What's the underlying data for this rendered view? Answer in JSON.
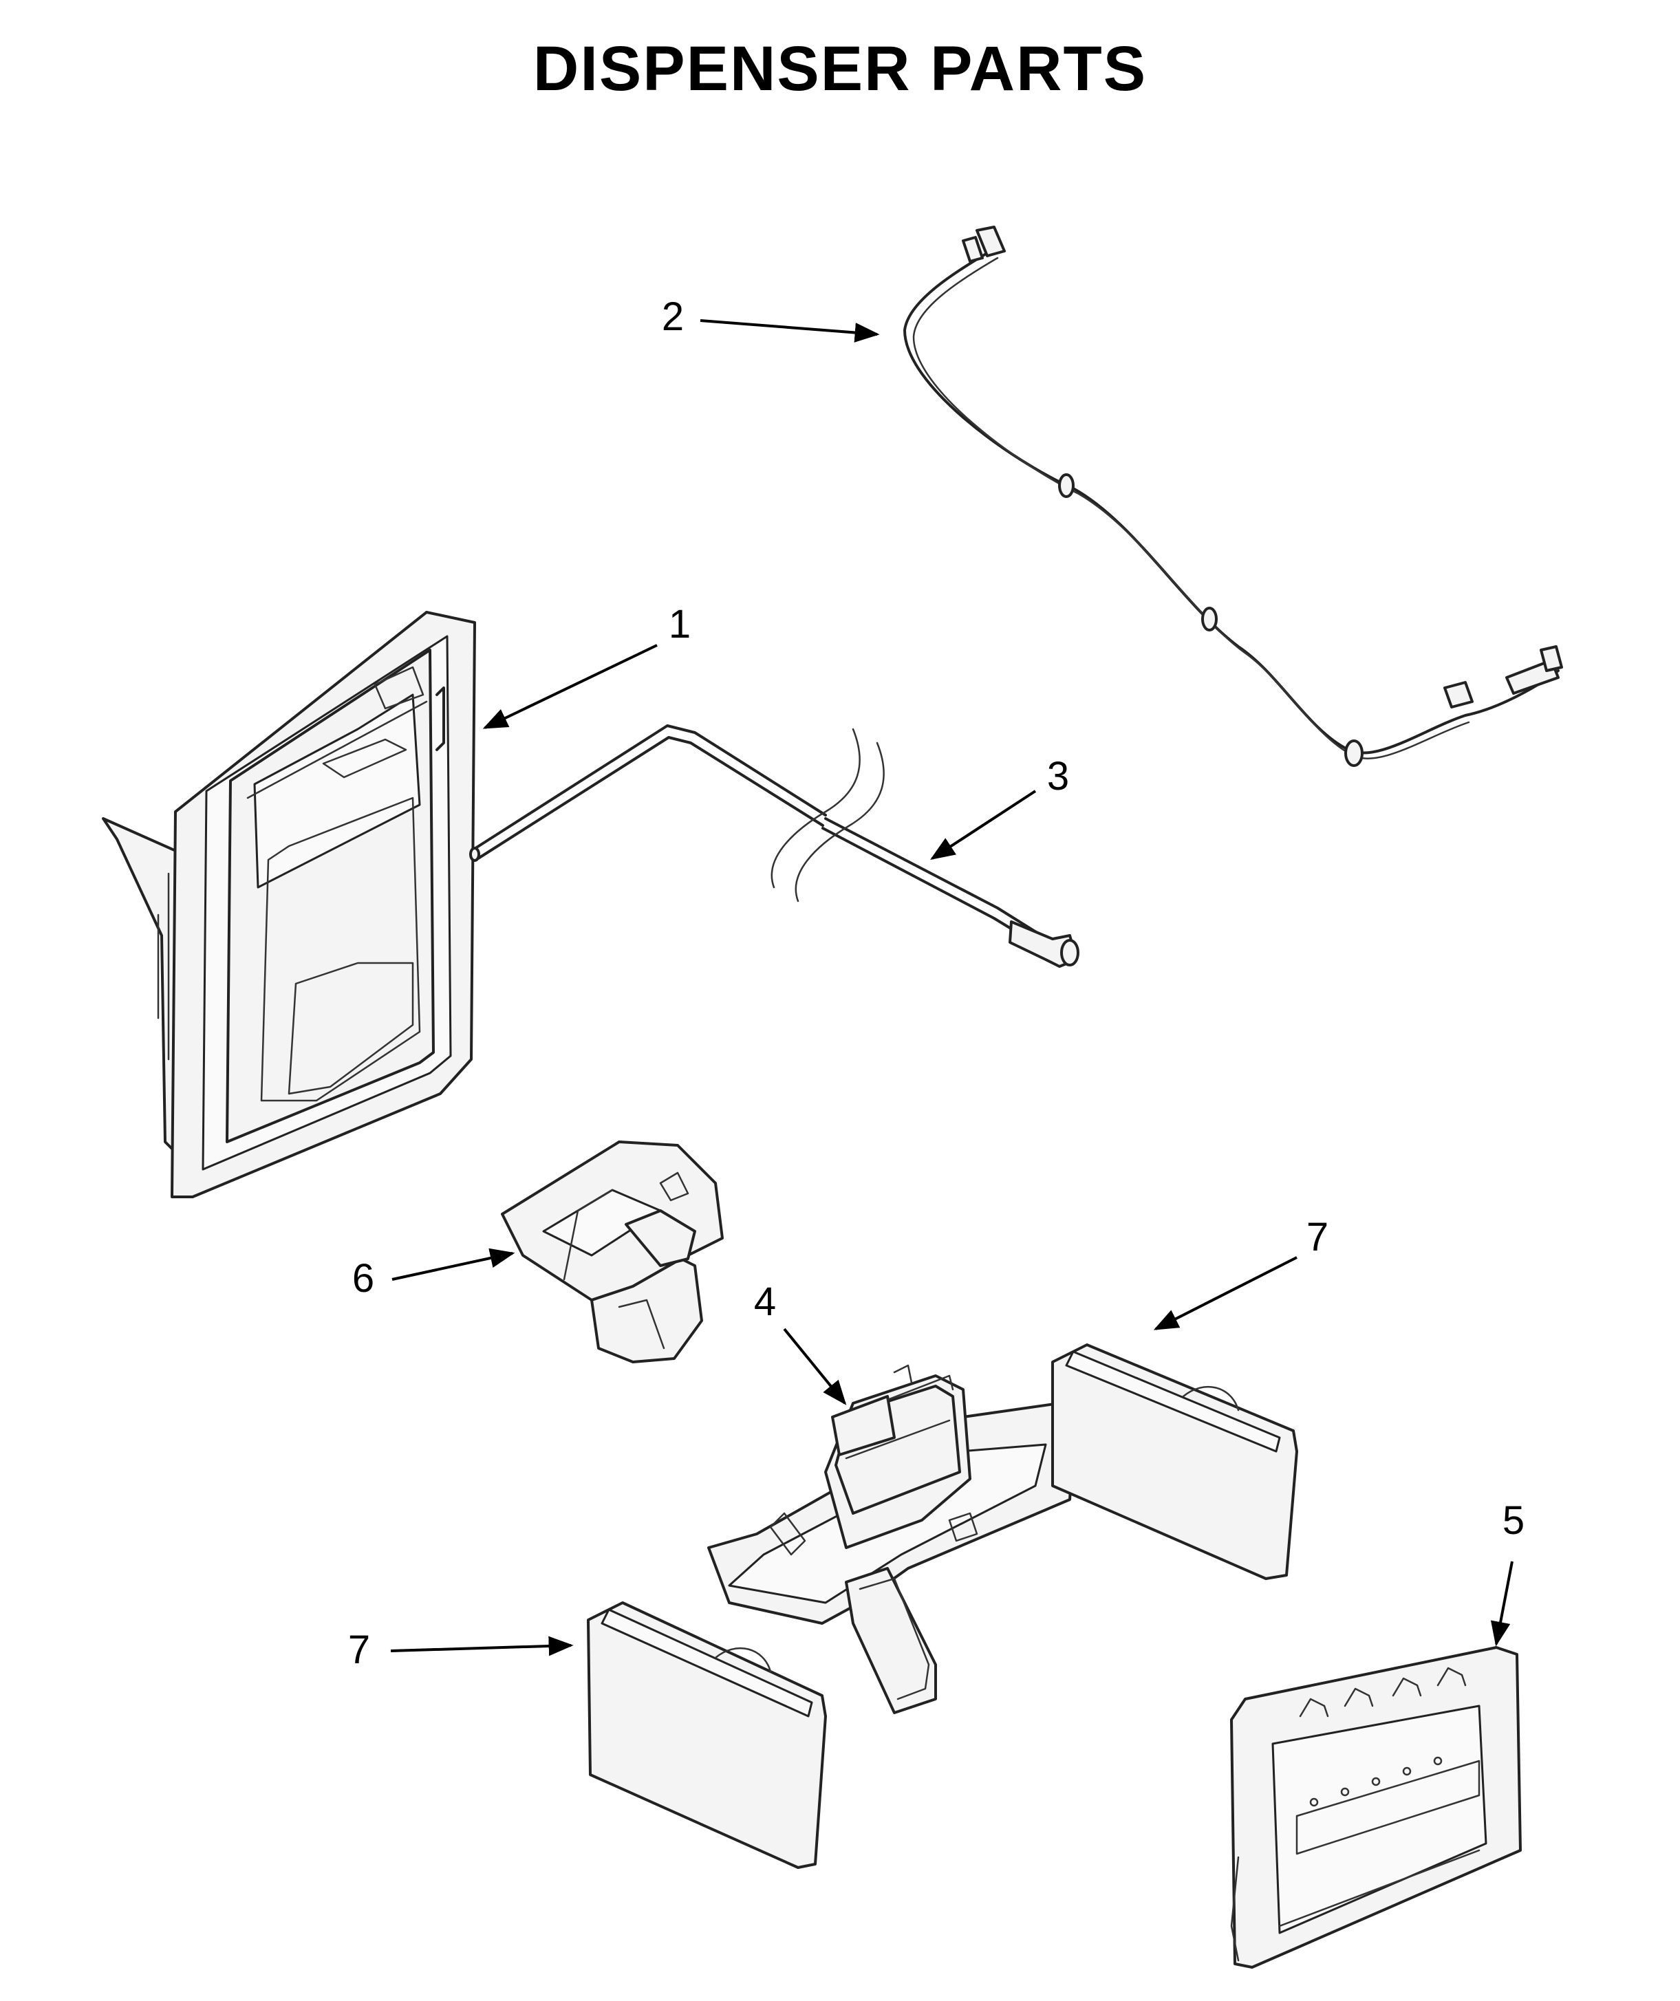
{
  "title": "DISPENSER PARTS",
  "callouts": [
    "1",
    "2",
    "3",
    "4",
    "5",
    "6",
    "7",
    "7"
  ],
  "colors": {
    "ink": "#000000",
    "part_fill": "#f4f4f4",
    "background": "#ffffff"
  }
}
